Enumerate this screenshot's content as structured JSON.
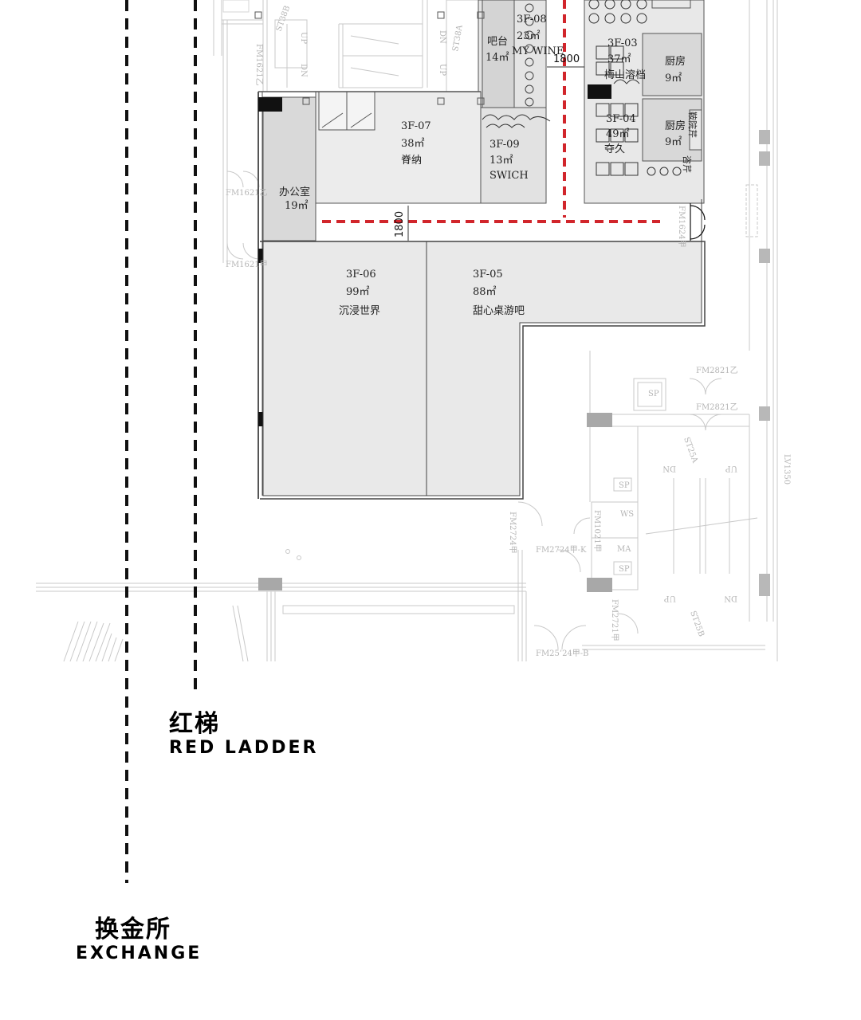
{
  "colors": {
    "red_route": "#d1252b",
    "black_route": "#111111",
    "room_fill": "#eaeaea",
    "wall": "#555555",
    "faint_line": "#c8c8c8"
  },
  "rooms": [
    {
      "id": "3F-08",
      "area": "23㎡",
      "name": "MY WINE"
    },
    {
      "id": "",
      "area": "14㎡",
      "name": "吧台"
    },
    {
      "id": "3F-03",
      "area": "37㎡",
      "name": "梅山溶档"
    },
    {
      "id": "",
      "area": "9㎡",
      "name": "厨房"
    },
    {
      "id": "3F-04",
      "area": "49㎡",
      "name": "夺久"
    },
    {
      "id": "",
      "area": "9㎡",
      "name": "厨房"
    },
    {
      "id": "3F-07",
      "area": "38㎡",
      "name": "脊纳"
    },
    {
      "id": "3F-09",
      "area": "13㎡",
      "name": "SWICH"
    },
    {
      "id": "",
      "area": "19㎡",
      "name": "办公室"
    },
    {
      "id": "3F-06",
      "area": "99㎡",
      "name": "沉浸世界"
    },
    {
      "id": "3F-05",
      "area": "88㎡",
      "name": "甜心桌游吧"
    }
  ],
  "dimensions": {
    "top": "1800",
    "mid": "1800"
  },
  "side_labels": {
    "kitchen_side_a": "鞍院芹",
    "kitchen_side_b": "咨芹"
  },
  "plan_labels": {
    "fm1621_a": "FM1621乙",
    "fm1621_b": "FM1621甲",
    "fm1624": "FM1624甲",
    "fm2821_a": "FM2821乙",
    "fm2821_b": "FM2821乙",
    "fm2724_k": "FM2724甲-K",
    "fm2724_a": "FM2724甲",
    "fm1021": "FM1021甲",
    "fm2721": "FM2721甲",
    "fm2524": "FM25’24甲-B",
    "fm1621_top": "FM1621乙",
    "st38b": "ST38B",
    "st38a": "ST38A",
    "st25a": "ST25A",
    "st25b": "ST25B",
    "lv": "LV1350",
    "up": "UP",
    "dn": "DN",
    "sp": "SP",
    "ws": "WS",
    "ma": "MA"
  },
  "legend": {
    "red": {
      "cn": "红梯",
      "en": "RED LADDER"
    },
    "exchange": {
      "cn": "换金所",
      "en": "EXCHANGE"
    }
  }
}
